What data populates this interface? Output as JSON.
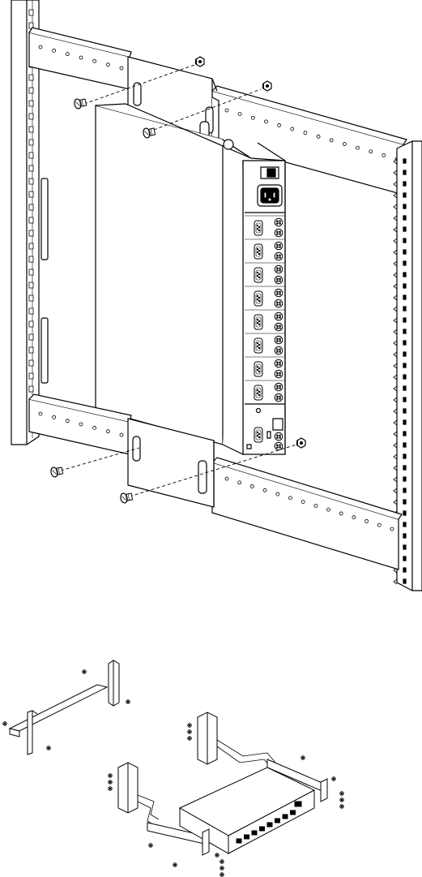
{
  "figures": [
    {
      "id": "rack-mount-vertical",
      "kind": "line-drawing",
      "depicts": "rack-mount-kvm-switch-vertical"
    },
    {
      "id": "bracket-exploded",
      "kind": "line-drawing",
      "depicts": "l-bracket-with-screws"
    },
    {
      "id": "rack-mount-horizontal",
      "kind": "line-drawing",
      "depicts": "kvm-switch-rack-mount-horizontal"
    }
  ],
  "device": {
    "vga_ports": 8,
    "ps2_connector_pairs": 8,
    "power_inlet": "iec-inlet-icon",
    "console_ports": "console-port-icon"
  },
  "hardware": {
    "fastener": "screw-icon",
    "nut": "cage-nut-icon"
  },
  "colors": {
    "stroke": "#000000",
    "background": "#ffffff",
    "fill": "#ffffff"
  }
}
